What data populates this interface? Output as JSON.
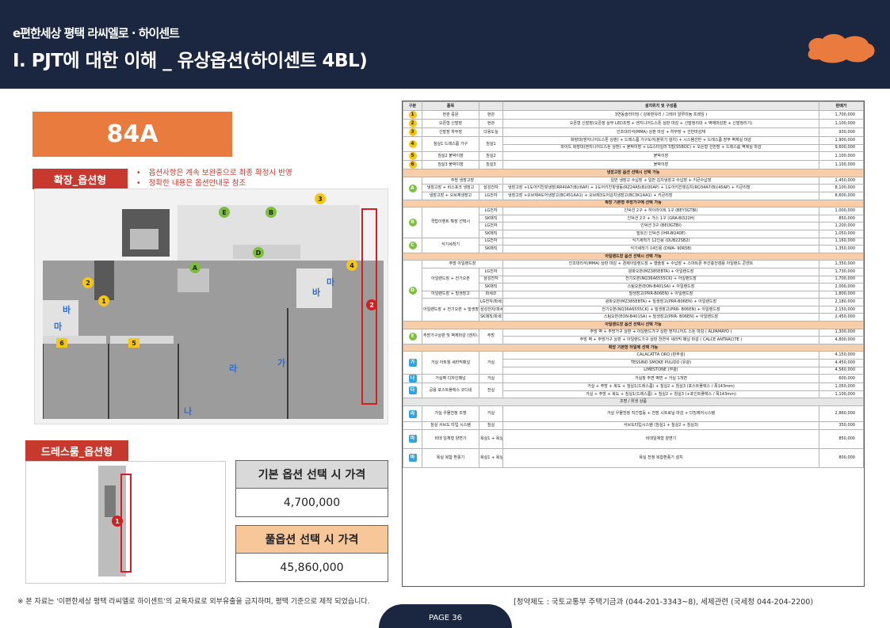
{
  "header": {
    "subtitle": "e편한세상 평택 라씨엘로 · 하이센트",
    "title": "Ⅰ. PJT에 대한 이해 _ 유상옵션(하이센트 4BL)"
  },
  "unit_type": "84A",
  "labels": {
    "extension": "확장_옵션형",
    "dressroom": "드레스룸_옵션형"
  },
  "notes": [
    "옵션사항은 계속 보완중으로 최종 확정시 반영",
    "정확한 내용은 옵션안내문 참조"
  ],
  "plan_markers": {
    "m1": "1",
    "m2": "2",
    "m3": "3",
    "m4": "4",
    "m5": "5",
    "m6": "6",
    "A": "A",
    "B": "B",
    "D": "D",
    "E": "E",
    "ba1": "바",
    "ba2": "바",
    "ma1": "마",
    "ma2": "마",
    "ga": "가",
    "na": "나",
    "ra": "라",
    "red2": "2",
    "red1": "1"
  },
  "price_basic": {
    "label": "기본 옵션 선택 시 가격",
    "value": "4,700,000"
  },
  "price_full": {
    "label": "풀옵션 선택 시 가격",
    "value": "45,860,000"
  },
  "table": {
    "headers": [
      "구분",
      "품목",
      "",
      "설치위치 및 구성품",
      "판매가"
    ],
    "rows": [
      {
        "no": "1",
        "item": "현관 중문",
        "loc": "현관",
        "desc": "3연동슬라이딩 ( 강화판유리 / 그레이 알루미늄 프레임 )",
        "price": "1,700,000"
      },
      {
        "no": "2",
        "item": "오픈형 신발장",
        "loc": "현관",
        "desc": "오픈형 신발장(오픈장 상부 LED조명 + 엔지니어드스톤 상판 마감 + 신발정리대 + 벽체마감판 + 신발정리기)",
        "price": "1,100,000"
      },
      {
        "no": "3",
        "item": "신발장 하부장",
        "loc": "다용도실",
        "desc": "인조대리석(MMA) 상판 마감 + 하부장 + 선반마감재",
        "price": "930,000"
      },
      {
        "no": "4",
        "item": "침실1 드레스룸 가구",
        "loc": "침실1",
        "desc": "화장대(엔지니어드스톤 상판) + 드레스룸 가구도어(분위기 설치) + 시스템선반 + 드레스룸 장부 벽체실 마감",
        "price": "1,900,000"
      },
      {
        "no": "",
        "item": "",
        "loc": "",
        "desc": "와이드 화장대(엔지니어드스톤 상판) + 붙박이장 + LG스타일러 5벌(S5BOC) + 오픈형 선반장 + 드레스룸 벽체실 마감",
        "price": "9,600,000"
      },
      {
        "no": "5",
        "item": "침실2 붙박이장",
        "loc": "침실2",
        "desc": "붙박이장",
        "price": "1,100,000"
      },
      {
        "no": "6",
        "item": "침실3 붙박이장",
        "loc": "침실3",
        "desc": "붙박이장",
        "price": "1,100,000"
      }
    ],
    "sections": {
      "s1": "냉장고장 옵션 선택시 선택 가능",
      "s2": "확장 기본형 주방가구에 선택 가능",
      "s3": "아일랜드장 옵션 선택시 선택 가능",
      "s4": "아일랜드장 옵션 선택시 선택 가능",
      "s5": "확장 기본형 타일에 선택 가능",
      "s6": "조명 / 위생 상품"
    },
    "rows2": [
      {
        "no": "A",
        "item": "주방 냉장고장",
        "loc": "",
        "desc": "일반 냉장고 수납장 + 일반 김치냉장고 수납장 + 키큰수납장",
        "price": "1,450,000"
      },
      {
        "no": "",
        "item": "냉장고장 + 비스포크 냉장고",
        "loc": "삼성전자",
        "desc": "냉장고장 +1도어키친핏냉장(RR40A7(B)(6AP) + 1도어키친핏냉동(RZ24A5(B)(00AP) + 1도어키친핏김치(RQ34A7(B)(45AP) + 키큰리장",
        "price": "8,100,000"
      },
      {
        "no": "",
        "item": "냉장고장 + 오브제냉장고",
        "loc": "LG전자",
        "desc": "냉장고장 +오브제4도어냉장고(BC451AA1) + 오브제3도어김치냉장고(BC3K1AA1) + 키큰리장",
        "price": "8,600,000"
      }
    ],
    "rows3": [
      {
        "no": "B",
        "item": "쿡탑이벤트 확장 선택시",
        "loc": "LG전자",
        "desc": "인덕션 2구 + 하이라이트 1구 (BEY3GTBI)",
        "price": "1,000,000"
      },
      {
        "no": "",
        "item": "",
        "loc": "SK매직",
        "desc": "인덕션 2구 + 가스 1구 (GRA-BI322H)",
        "price": "850,000"
      },
      {
        "no": "",
        "item": "",
        "loc": "LG전자",
        "desc": "인덕션 3구 (BEI3GTBI)",
        "price": "1,200,000"
      },
      {
        "no": "",
        "item": "",
        "loc": "SK매직",
        "desc": "빌트인 인덕션 (IHR-BQ40E)",
        "price": "1,050,000"
      },
      {
        "no": "C",
        "item": "식기세척기",
        "loc": "LG전자",
        "desc": "식기세척기 12인용 (DUB22SB2)",
        "price": "1,160,000"
      },
      {
        "no": "",
        "item": "",
        "loc": "SK매직",
        "desc": "식기세척기 14인용 (DWA- 90R5B)",
        "price": "1,350,000"
      }
    ],
    "rows4": [
      {
        "no": "D",
        "item": "주방 아일랜드장",
        "loc": "",
        "desc": "인조대리석(MMA) 상판 마감 + 경제아일랜드장 + 벨솔장 + 수납장 + 스마트폰 무선충전겸용 아일랜드 콘센트",
        "price": "1,350,000"
      },
      {
        "no": "",
        "item": "아일랜드장 + 전기오븐",
        "loc": "LG전자",
        "desc": "광파오븐(MZ385EBTA) + 아일랜드장",
        "price": "1,730,000"
      },
      {
        "no": "",
        "item": "",
        "loc": "삼성전자",
        "desc": "전기오븐(NQ36A6555CK) + 아일랜드장",
        "price": "1,700,000"
      },
      {
        "no": "",
        "item": "",
        "loc": "SK매직",
        "desc": "스팀오븐(EON-B401SA) + 아일랜드장",
        "price": "2,000,000"
      },
      {
        "no": "",
        "item": "아일랜드장 + 빌생장고",
        "loc": "파세코",
        "desc": "빌생장고(PRR-B06EN) + 아일랜드장",
        "price": "1,800,000"
      },
      {
        "no": "",
        "item": "아일랜드장 + 전기오븐 + 빌생장고",
        "loc": "LG전자/파세코",
        "desc": "광파오븐(MZ385EBTA) + 빌생장고(PRR-B06EN) + 아일랜드장",
        "price": "2,180,000"
      },
      {
        "no": "",
        "item": "",
        "loc": "삼성전자/파세코",
        "desc": "전기오븐(NQ36A6555CK) + 빌생장고(PRR- B06EN) + 아일랜드장",
        "price": "2,150,000"
      },
      {
        "no": "",
        "item": "",
        "loc": "SK매직/파세코",
        "desc": "스팀오븐(EON-B401SA) + 빌생장고(PRR- B06EN) + 아일랜드장",
        "price": "2,450,000"
      }
    ],
    "rows5": [
      {
        "no": "E",
        "item": "주방가구상판 및 벽체마감 (엔지니어드스톤 벽체마감 등)",
        "loc": "주방",
        "desc": "주방 벽 + 주방가구 상판 + 아일랜드가구 상판 엔지니어드 스톤 마감 ( ALPAMAYO )",
        "price": "1,300,000"
      },
      {
        "no": "",
        "item": "",
        "loc": "",
        "desc": "주방 벽 + 주방가구 상판 + 아일랜드가구 상판 천연석 세라믹 패널 마감 ( CALCE ANTRACITE )",
        "price": "4,800,000"
      }
    ],
    "rows6": [
      {
        "no": "가",
        "item": "거실 아트월 세라믹패널",
        "loc": "거실",
        "desc": "CALACATTA ORO (판부설)",
        "price": "4,150,000"
      },
      {
        "no": "",
        "item": "",
        "loc": "",
        "desc": "TESSINO SMOKE PULIDO (유광)",
        "price": "4,450,000"
      },
      {
        "no": "",
        "item": "",
        "loc": "",
        "desc": "LIMESTONE (무광)",
        "price": "4,560,000"
      },
      {
        "no": "나",
        "item": "거실벽 디자인패널",
        "loc": "거실",
        "desc": "거실창 주변 벽면 + 거실 1개면",
        "price": "600,000"
      },
      {
        "no": "다",
        "item": "공용 포스트플렉스 코디네",
        "loc": "전실",
        "desc": "거실 + 주방 + 복도 + 침실1(드레스룸) + 침실2 + 침실3 (포스트플렉스 / 폭143mm)",
        "price": "1,050,000"
      },
      {
        "no": "",
        "item": "",
        "loc": "",
        "desc": "거실 + 주방 + 복도 + 침실1(드레스룸) + 침실2 + 침실3 (+포인트플렉스 / 폭143mm)",
        "price": "1,100,000"
      }
    ],
    "rows7": [
      {
        "no": "라",
        "item": "거실 우물천정 조명",
        "loc": "거실",
        "desc": "거실 우물천정 직간접등 + 천장 시트로닐 마감 + 디밍제어시스템",
        "price": "2,860,000"
      },
      {
        "no": "",
        "item": "침실 서브도 타입 시스템",
        "loc": "침실",
        "desc": "서브도타입시스템 (침실1 + 침실2 + 침실3)",
        "price": "350,000"
      },
      {
        "no": "마",
        "item": "비데 일체형 양변기",
        "loc": "욕실1 + 욕실2",
        "desc": "비데일체형 양변기",
        "price": "850,000"
      },
      {
        "no": "바",
        "item": "욕실 복합 환풍기",
        "loc": "욕실1 + 욕실2",
        "desc": "욕실 전정 복합환풍기 설치",
        "price": "800,000"
      }
    ]
  },
  "footer": {
    "note": "※ 본 자료는 '이편한세상 평택 라씨엘로 하이센트'의 교육자료로 외부유출을 금지하며, 평택 기준으로 제작 되었습니다.",
    "contact": "[청약제도 : 국토교통부 주택기금과 (044-201-3343~8), 세제관련 (국세청 044-204-2200)",
    "page": "PAGE  36"
  },
  "colors": {
    "header_bg": "#1b2741",
    "accent_orange": "#ea7b3f",
    "label_red": "#c8392d",
    "section_peach": "#f8ceaa"
  }
}
